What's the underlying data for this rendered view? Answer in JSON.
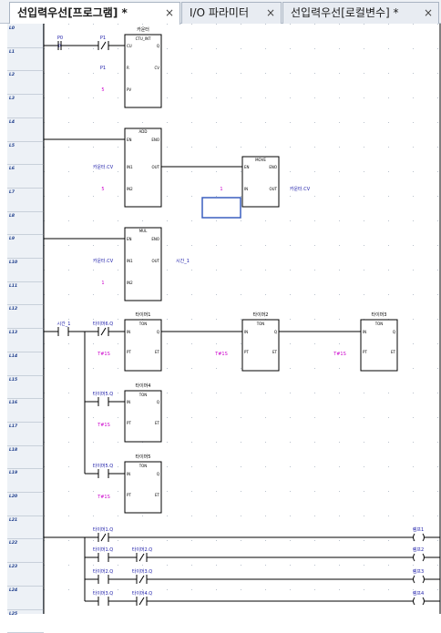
{
  "tabs": [
    {
      "label": "선입력우선[프로그램] *",
      "close": "×",
      "active": true
    },
    {
      "label": "I/O 파라미터",
      "close": "×",
      "active": false
    },
    {
      "label": "선입력우선[로컬변수] *",
      "close": "×",
      "active": false
    }
  ],
  "rows": [
    "L0",
    "L1",
    "L2",
    "L3",
    "L4",
    "L5",
    "L6",
    "L7",
    "L8",
    "L9",
    "L10",
    "L11",
    "L12",
    "L13",
    "L14",
    "L15",
    "L16",
    "L17",
    "L18",
    "L19",
    "L20",
    "L21",
    "L22",
    "L23",
    "L24",
    "L25"
  ],
  "colors": {
    "variable": "#1a1aa8",
    "constant": "#cc00cc",
    "wire": "#000000",
    "selection": "#3a5fbf",
    "rail_bg": "#edf1f6"
  },
  "ladder": {
    "b0": {
      "instance": "카운터",
      "type": "CTU_INT",
      "pin_cu": "CU",
      "pin_r": "R",
      "pin_pv": "PV",
      "pin_q": "Q",
      "pin_cv": "CV",
      "r_var": "P1",
      "pv_const": "5",
      "contact1": "P0",
      "contact1_pin": "P",
      "contact2": "P1"
    },
    "b1": {
      "type": "ADD",
      "pin_en": "EN",
      "pin_eno": "ENO",
      "pin_in1": "IN1",
      "pin_in2": "IN2",
      "pin_out": "OUT",
      "in1_var": "카운터.CV",
      "in2_const": "5"
    },
    "b2": {
      "type": "MOVE",
      "pin_en": "EN",
      "pin_eno": "ENO",
      "pin_in": "IN",
      "pin_out": "OUT",
      "in_const": "1",
      "out_var": "카운터.CV"
    },
    "b3": {
      "type": "MUL",
      "pin_en": "EN",
      "pin_eno": "ENO",
      "pin_in1": "IN1",
      "pin_in2": "IN2",
      "pin_out": "OUT",
      "in1_var": "카운터.CV",
      "in2_const": "1",
      "out_var": "시간_1"
    },
    "timers": [
      {
        "instance": "타이머1",
        "type": "TON",
        "contact": "타이머6.Q",
        "pt": "T#1S"
      },
      {
        "instance": "타이머2",
        "type": "TON",
        "pt": "T#1S"
      },
      {
        "instance": "타이머3",
        "type": "TON",
        "pt": "T#1S"
      },
      {
        "instance": "타이머4",
        "type": "TON",
        "contact": "타이머5.Q",
        "pt": "T#1S"
      },
      {
        "instance": "타이머5",
        "type": "TON",
        "contact": "타이머5.Q",
        "pt": "T#1S"
      }
    ],
    "timer_pins": {
      "in": "IN",
      "pt": "PT",
      "q": "Q",
      "et": "ET"
    },
    "start_contact": "시간_1",
    "outputs": [
      {
        "contacts": [
          "타이머1.Q"
        ],
        "coil": "램프1"
      },
      {
        "contacts": [
          "타이머1.Q",
          "타이머2.Q"
        ],
        "coil": "램프2"
      },
      {
        "contacts": [
          "타이머2.Q",
          "타이머3.Q"
        ],
        "coil": "램프3"
      },
      {
        "contacts": [
          "타이머3.Q",
          "타이머4.Q"
        ],
        "coil": "램프4"
      }
    ]
  }
}
